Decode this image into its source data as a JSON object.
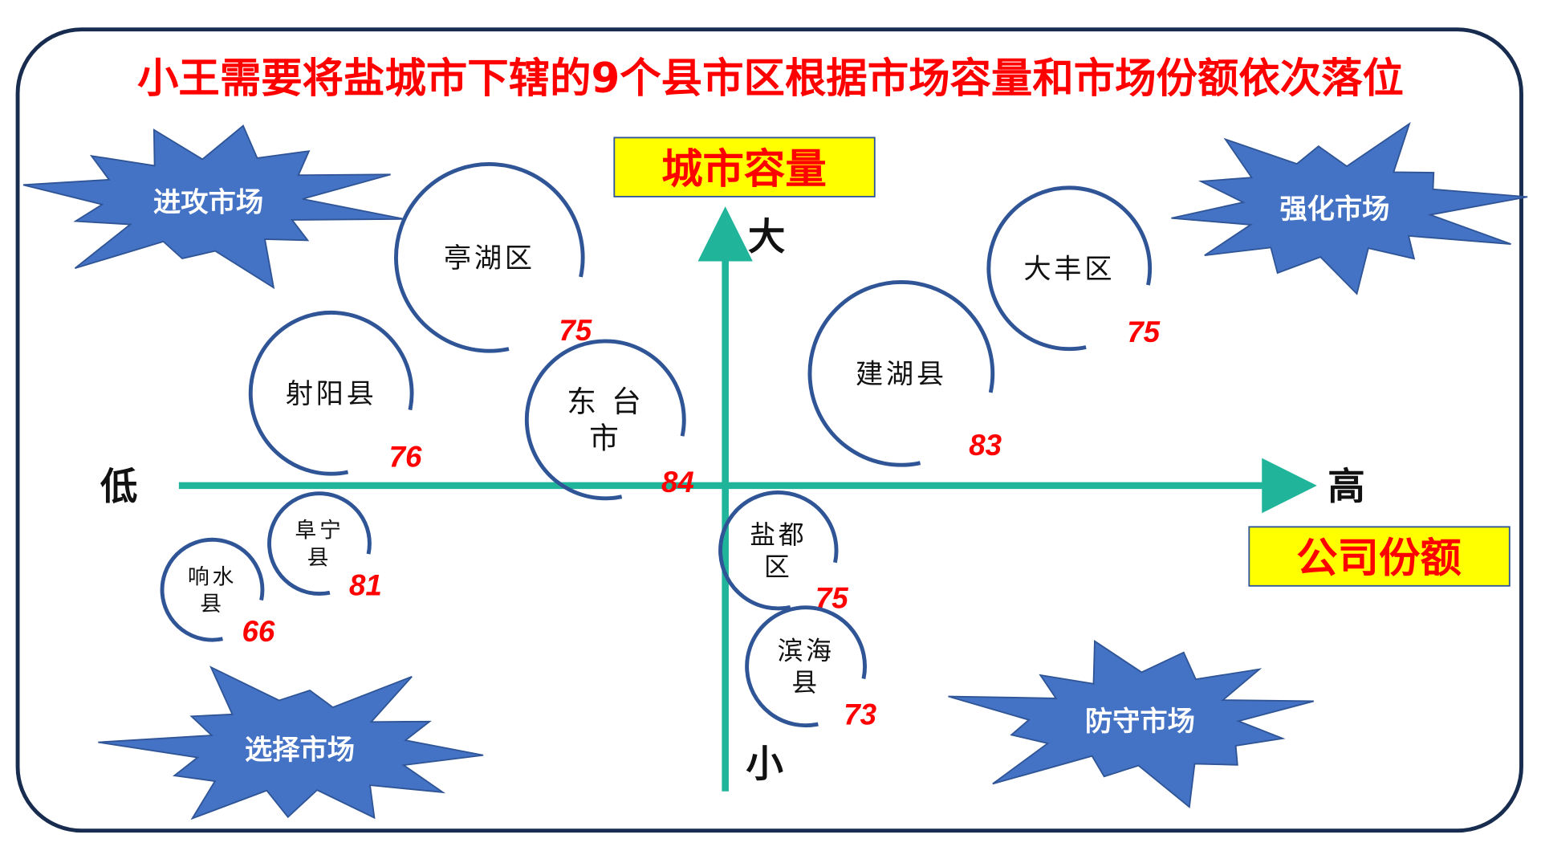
{
  "title": "小王需要将盐城市下辖的9个县市区根据市场容量和市场份额依次落位",
  "y_axis": {
    "title": "城市容量",
    "high": "大",
    "low": "小"
  },
  "x_axis": {
    "title": "公司份额",
    "low": "低",
    "high": "高"
  },
  "quadrants": [
    "进攻市场",
    "强化市场",
    "选择市场",
    "防守市场"
  ],
  "regions": [
    {
      "name_lines": [
        "亭湖区"
      ],
      "value": "75"
    },
    {
      "name_lines": [
        "射阳县"
      ],
      "value": "76"
    },
    {
      "name_lines": [
        "东 台",
        "市"
      ],
      "value": "84"
    },
    {
      "name_lines": [
        "大丰区"
      ],
      "value": "75"
    },
    {
      "name_lines": [
        "建湖县"
      ],
      "value": "83"
    },
    {
      "name_lines": [
        "阜宁",
        "县"
      ],
      "value": "81"
    },
    {
      "name_lines": [
        "响水",
        "县"
      ],
      "value": "66"
    },
    {
      "name_lines": [
        "盐都",
        "区"
      ],
      "value": "75"
    },
    {
      "name_lines": [
        "滨海",
        "县"
      ],
      "value": "73"
    }
  ],
  "colors": {
    "axis": "#20b59b",
    "circle": "#2f5597",
    "burst": "#4472c4",
    "value": "#ff0000",
    "box": "#ffff00",
    "frame": "#172c4f"
  }
}
